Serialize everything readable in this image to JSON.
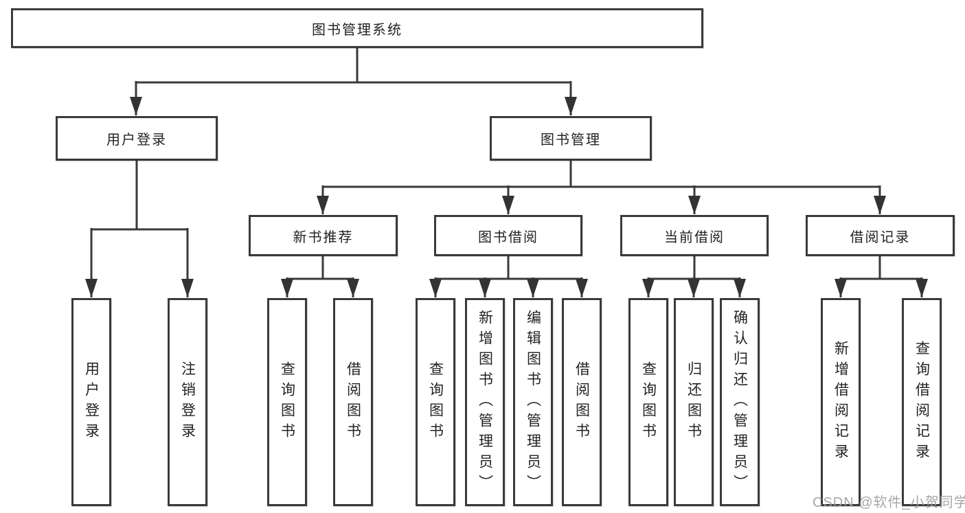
{
  "diagram": {
    "type": "hierarchy-tree",
    "root": {
      "label": "图书管理系统"
    },
    "branches": [
      {
        "label": "用户登录",
        "children": [
          {
            "label": "用户登录"
          },
          {
            "label": "注销登录"
          }
        ]
      },
      {
        "label": "图书管理",
        "children": [
          {
            "label": "新书推荐",
            "children": [
              {
                "label": "查询图书"
              },
              {
                "label": "借阅图书"
              }
            ]
          },
          {
            "label": "图书借阅",
            "children": [
              {
                "label": "查询图书"
              },
              {
                "label": "新增图书（管理员）"
              },
              {
                "label": "编辑图书（管理员）"
              },
              {
                "label": "借阅图书"
              }
            ]
          },
          {
            "label": "当前借阅",
            "children": [
              {
                "label": "查询图书"
              },
              {
                "label": "归还图书"
              },
              {
                "label": "确认归还（管理员）"
              }
            ]
          },
          {
            "label": "借阅记录",
            "children": [
              {
                "label": "新增借阅记录"
              },
              {
                "label": "查询借阅记录"
              }
            ]
          }
        ]
      }
    ]
  },
  "watermark": {
    "text": "CSDN @软件_小贺同学"
  },
  "colors": {
    "line": "#3a3a3a",
    "box_border": "#3a3a3a",
    "box_fill": "#ffffff",
    "text": "#232323",
    "watermark": "#9e9e9e",
    "background": "#ffffff"
  }
}
